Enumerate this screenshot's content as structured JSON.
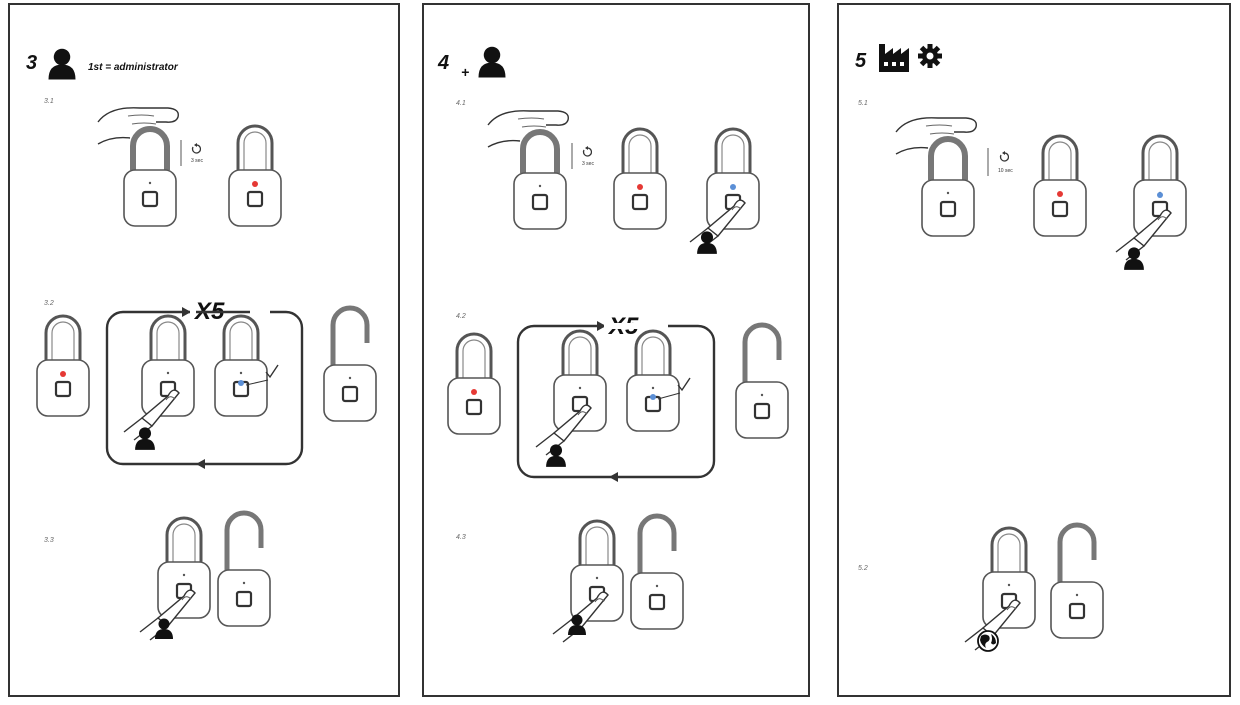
{
  "panels": [
    {
      "number": "3",
      "caption": "1st = administrator",
      "steps": [
        "3.1",
        "3.2",
        "3.3"
      ],
      "timer": "3 sec",
      "repeat": "X5"
    },
    {
      "number": "4",
      "plus": "+",
      "steps": [
        "4.1",
        "4.2",
        "4.3"
      ],
      "timer": "3 sec",
      "repeat": "X5"
    },
    {
      "number": "5",
      "steps": [
        "5.1",
        "5.2"
      ],
      "timer": "10 sec"
    }
  ],
  "colors": {
    "red_led": "#e53935",
    "blue_led": "#5b8fd6",
    "line": "#555555"
  },
  "icons": [
    "user-icon",
    "factory-icon",
    "gear-icon",
    "globe-icon",
    "finger-icon",
    "hand-icon",
    "padlock-icon",
    "timer-icon",
    "checkmark-icon",
    "arrow-icon"
  ]
}
